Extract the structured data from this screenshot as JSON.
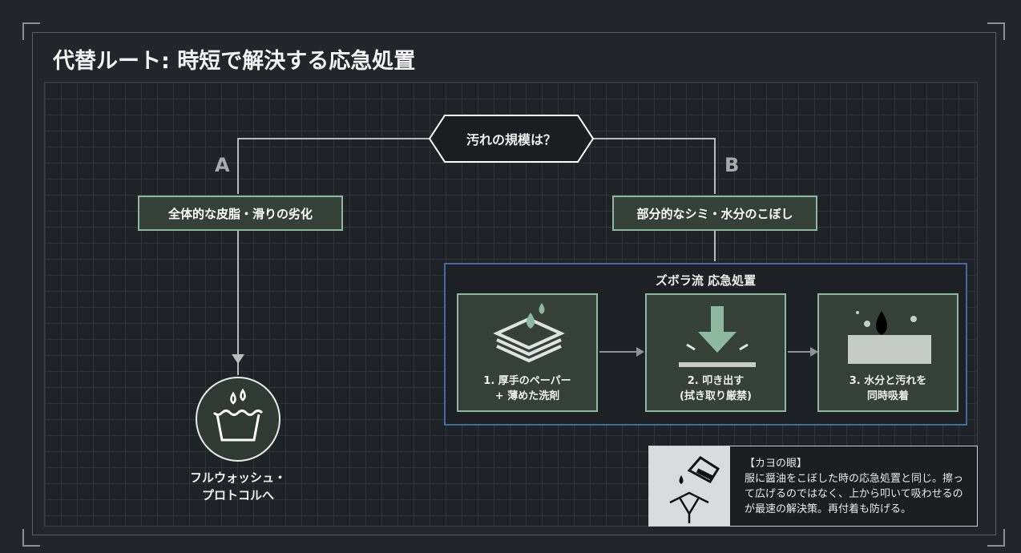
{
  "title": "代替ルート: 時短で解決する応急処置",
  "decision": "汚れの規模は？",
  "branch_a": {
    "label": "A",
    "node": "全体的な皮脂・滑りの劣化",
    "result_line1": "フルウォッシュ・",
    "result_line2": "プロトコルへ"
  },
  "branch_b": {
    "label": "B",
    "node": "部分的なシミ・水分のこぼし"
  },
  "panel": {
    "title": "ズボラ流 応急処置",
    "steps": [
      {
        "line1": "1. 厚手のペーパー",
        "line2": "+ 薄めた洗剤"
      },
      {
        "line1": "2. 叩き出す",
        "line2": "(拭き取り厳禁)"
      },
      {
        "line1": "3. 水分と汚れを",
        "line2": "同時吸着"
      }
    ]
  },
  "note": {
    "heading": "【カヨの眼】",
    "body": "服に醤油をこぼした時の応急処置と同じ。擦って広げるのではなく、上から叩いて吸わせるのが最速の解決策。再付着も防げる。"
  },
  "colors": {
    "accent": "#8fb8a0",
    "panel_border": "#4a6a9a"
  }
}
